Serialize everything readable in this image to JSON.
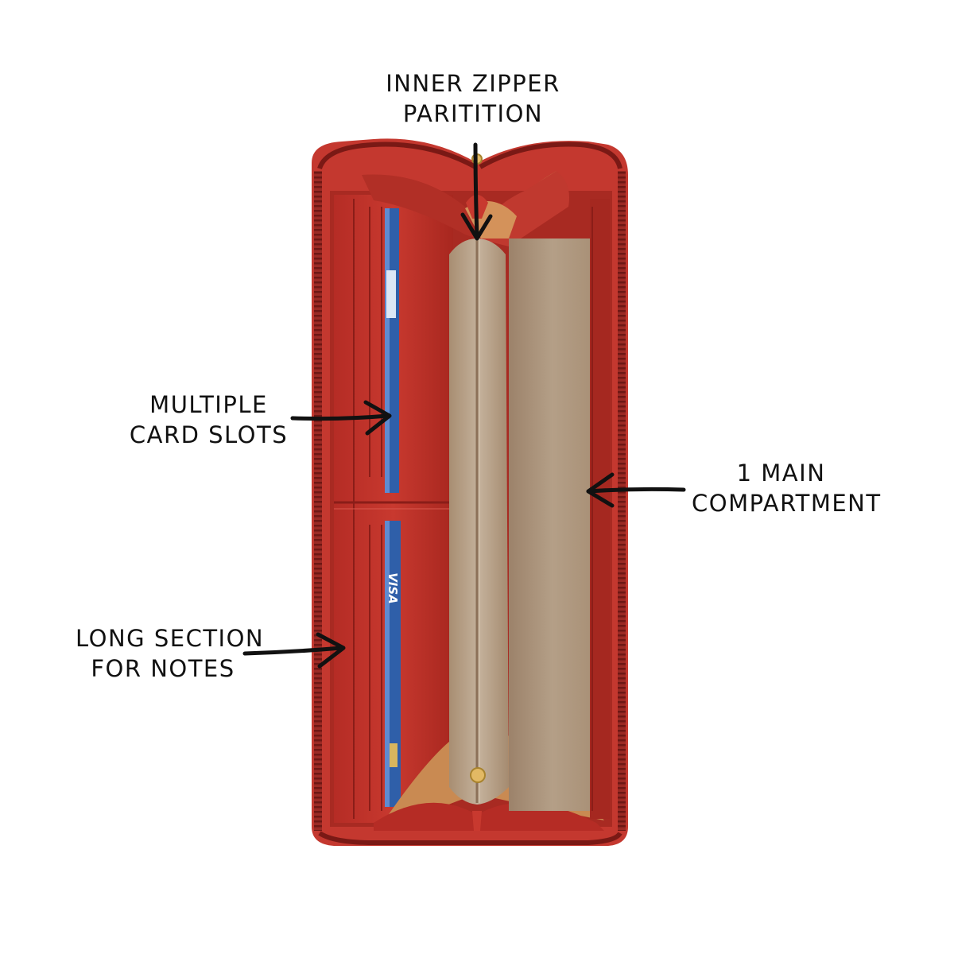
{
  "annotations": {
    "zipper": {
      "line1": "INNER ZIPPER",
      "line2": "PARITITION"
    },
    "cards": {
      "line1": "MULTIPLE",
      "line2": "CARD SLOTS"
    },
    "main": {
      "line1": "1 MAIN",
      "line2": "COMPARTMENT"
    },
    "notes": {
      "line1": "LONG SECTION",
      "line2": "FOR NOTES"
    }
  },
  "card_marks": {
    "brand": "VISA"
  },
  "colors": {
    "wallet_red": "#c8392f",
    "wallet_dark_red": "#8e1d1a",
    "lining_tan": "#a88f74",
    "lining_light": "#bfae99",
    "card_blue": "#2f5fa9",
    "tan_leather": "#c98a52",
    "ink": "#111111"
  }
}
